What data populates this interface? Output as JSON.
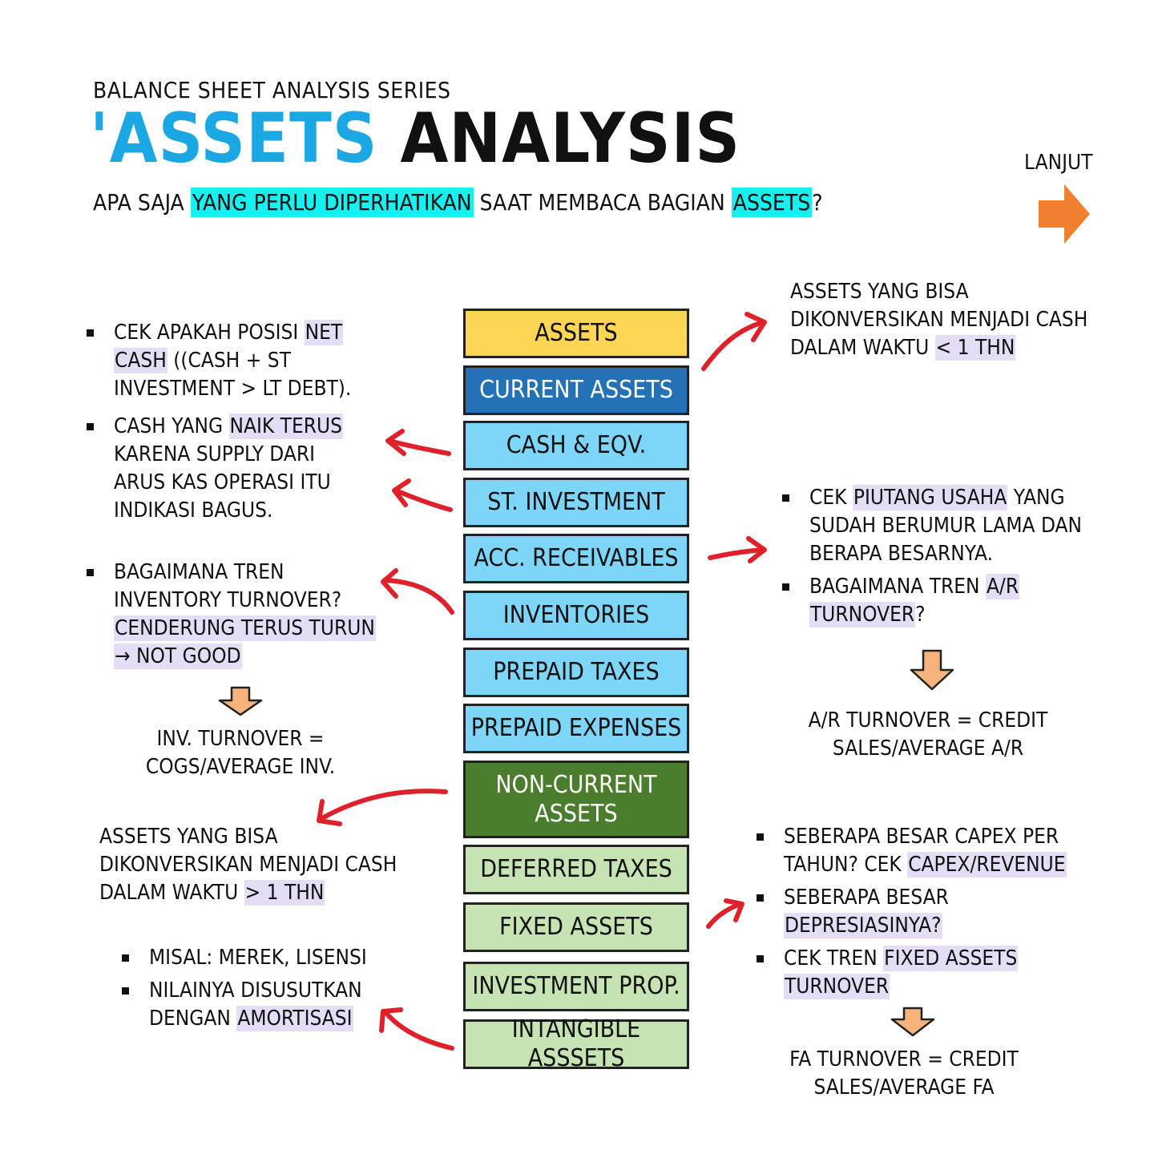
{
  "header": {
    "series": "BALANCE SHEET ANALYSIS SERIES",
    "title_part1": "'ASSETS",
    "title_part2": "ANALYSIS",
    "subtitle_a": "APA SAJA ",
    "subtitle_hl1": "YANG PERLU DIPERHATIKAN",
    "subtitle_b": " SAAT MEMBACA BAGIAN ",
    "subtitle_hl2": "ASSETS",
    "subtitle_c": "?",
    "next_label": "LANJUT"
  },
  "colors": {
    "title_blue": "#1aa7e3",
    "highlight_cyan": "#16f0f0",
    "highlight_lavender": "#e5dcf5",
    "assets_yellow": "#fcd552",
    "current_blue": "#2471b5",
    "current_light_blue": "#7dd6f8",
    "noncurrent_green": "#4a7d2c",
    "noncurrent_light_green": "#c5e3b3",
    "arrow_red": "#e0212b",
    "arrow_orange": "#f08030",
    "down_arrow_peach": "#f7b37b"
  },
  "stack": [
    "ASSETS",
    "CURRENT ASSETS",
    "CASH & EQV.",
    "ST. INVESTMENT",
    "ACC. RECEIVABLES",
    "INVENTORIES",
    "PREPAID TAXES",
    "PREPAID EXPENSES",
    "NON-CURRENT",
    "ASSETS",
    "DEFERRED TAXES",
    "FIXED ASSETS",
    "INVESTMENT PROP.",
    "INTANGIBLE ASSSETS"
  ],
  "notes": {
    "current_def": [
      "ASSETS YANG BISA",
      "DIKONVERSIKAN MENJADI CASH",
      "DALAM WAKTU ",
      "< 1 THN"
    ],
    "cash": {
      "b1_l1a": "CEK APAKAH POSISI ",
      "b1_l1b": "NET",
      "b1_l2a": "CASH",
      "b1_l2b": " ((CASH + ST",
      "b1_l3": "INVESTMENT > LT DEBT).",
      "b2_l1a": "CASH YANG ",
      "b2_l1b": "NAIK TERUS",
      "b2_l2": "KARENA SUPPLY DARI",
      "b2_l3": "ARUS KAS OPERASI ITU",
      "b2_l4": "INDIKASI BAGUS."
    },
    "receivables": {
      "b1_l1a": "CEK ",
      "b1_l1b": "PIUTANG USAHA",
      "b1_l1c": " YANG",
      "b1_l2": "SUDAH BERUMUR LAMA DAN",
      "b1_l3": "BERAPA BESARNYA.",
      "b2_l1a": "BAGAIMANA TREN ",
      "b2_l1b": "A/R",
      "b2_l2a": "TURNOVER",
      "b2_l2b": "?",
      "formula_l1": "A/R TURNOVER = CREDIT",
      "formula_l2": "SALES/AVERAGE A/R"
    },
    "inventories": {
      "l1": "BAGAIMANA TREN",
      "l2": "INVENTORY TURNOVER?",
      "l3": "CENDERUNG TERUS TURUN",
      "l4": "→ NOT GOOD",
      "formula_l1": "INV. TURNOVER =",
      "formula_l2": "COGS/AVERAGE INV."
    },
    "noncurrent_def": [
      "ASSETS YANG BISA",
      "DIKONVERSIKAN MENJADI CASH",
      "DALAM WAKTU ",
      "> 1 THN"
    ],
    "fixed": {
      "b1_l1": "SEBERAPA BESAR CAPEX PER",
      "b1_l2a": "TAHUN? CEK ",
      "b1_l2b": "CAPEX/REVENUE",
      "b2_l1": "SEBERAPA BESAR",
      "b2_l2": "DEPRESIASINYA?",
      "b3_l1a": "CEK TREN ",
      "b3_l1b": "FIXED ASSETS",
      "b3_l2": "TURNOVER",
      "formula_l1": "FA TURNOVER = CREDIT",
      "formula_l2": "SALES/AVERAGE FA"
    },
    "intangible": {
      "b1": "MISAL: MEREK, LISENSI",
      "b2_l1": "NILAINYA DISUSUTKAN",
      "b2_l2a": "DENGAN ",
      "b2_l2b": "AMORTISASI"
    }
  }
}
